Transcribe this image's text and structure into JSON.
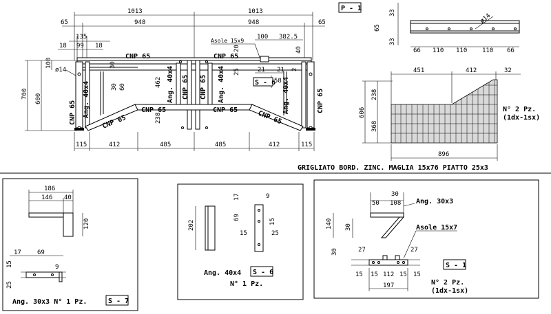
{
  "tags": {
    "p1": "P - 1",
    "s7": "S - 7",
    "s6": "S - 6",
    "s1": "S - 1"
  },
  "main_view": {
    "dims_top": [
      "1013",
      "1013"
    ],
    "dims_second": [
      "65",
      "948",
      "948",
      "65"
    ],
    "dims_left_detail": [
      "135",
      "99",
      "18",
      "18"
    ],
    "dims_right_detail": [
      "100",
      "382.5",
      "20",
      "40"
    ],
    "asole": "Asole 15x9",
    "dim_height": [
      "700",
      "600",
      "100"
    ],
    "hole_dia": "ø14",
    "labels": {
      "cnp_top_left": "CNP 65",
      "cnp_top_right": "CNP 65",
      "cnp_left_col": "CNP 65",
      "cnp_mid_left": "CNP 65",
      "cnp_mid_right": "CNP 65",
      "cnp_right_col": "CNP 65",
      "cnp_bottom_center_left": "CNP 65",
      "cnp_bottom_center_right": "CNP 65",
      "cnp_diag_left": "CNP 65",
      "cnp_diag_right": "CNP 65",
      "ang_left": "Ang. 40x4",
      "ang_center_left": "Ang. 40x4",
      "ang_center_right": "Ang. 40x4",
      "ang_right": "Ang. 40x4"
    },
    "inner_dims": [
      "30",
      "30",
      "60",
      "462",
      "25",
      "21",
      "21",
      "58",
      "2",
      "238"
    ],
    "dims_bottom": [
      "115",
      "412",
      "485",
      "485",
      "412",
      "115"
    ]
  },
  "top_right_view": {
    "dims_side": [
      "33",
      "65",
      "33"
    ],
    "dims_bottom": [
      "66",
      "110",
      "110",
      "110",
      "66"
    ],
    "hole_dia": "ø14"
  },
  "grating_view": {
    "dims_top": [
      "451",
      "412",
      "32"
    ],
    "dims_left": [
      "238",
      "606",
      "368"
    ],
    "dim_bottom": "896",
    "qty": [
      "N° 2 Pz.",
      "(1dx-1sx)"
    ]
  },
  "title_line": "GRIGLIATO BORD. ZINC. MAGLIA 15x76 PIATTO 25x3",
  "detail_s7": {
    "dims_top": [
      "186",
      "146",
      "40"
    ],
    "dim_side": "120",
    "dims_lower": [
      "17",
      "69",
      "9",
      "15",
      "25"
    ],
    "caption": "Ang. 30x3  N° 1 Pz."
  },
  "detail_s6": {
    "dims": [
      "202",
      "17",
      "9",
      "69",
      "15",
      "15",
      "25"
    ],
    "caption": "Ang. 40x4",
    "qty": "N° 1 Pz."
  },
  "detail_s1": {
    "dims_top": [
      "30",
      "50",
      "108"
    ],
    "dims_side": [
      "140",
      "30"
    ],
    "ang_label": "Ang. 30x3",
    "asole_label": "Asole 15x7",
    "dims_lower": [
      "30",
      "27",
      "27",
      "15",
      "15",
      "112",
      "15",
      "15",
      "197"
    ],
    "qty": [
      "N° 2 Pz.",
      "(1dx-1sx)"
    ]
  }
}
